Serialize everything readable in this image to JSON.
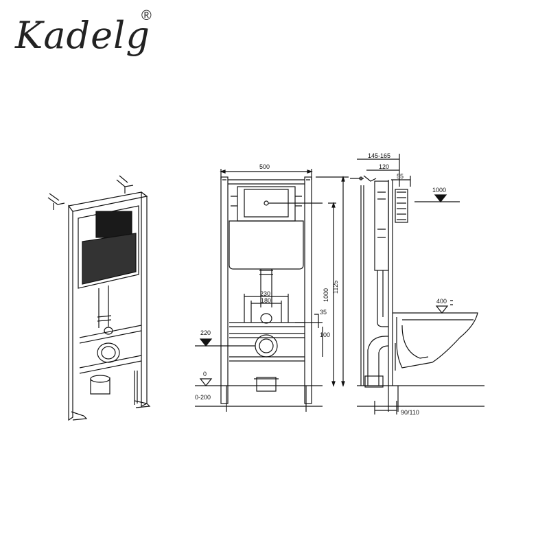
{
  "brand": {
    "name": "Kadelg",
    "registered_mark": "®"
  },
  "front_view": {
    "width_label": "500",
    "height_1125": "1125",
    "height_1000": "1000",
    "pipe_spacing_230": "230",
    "pipe_spacing_180": "180",
    "offset_35": "35",
    "offset_100": "100",
    "outlet_height_220": "220",
    "floor_zero": "0",
    "floor_range": "0-200"
  },
  "side_view": {
    "depth_range": "145-165",
    "depth_120": "120",
    "depth_55": "55",
    "flush_height_1000": "1000",
    "bowl_height_400": "400",
    "outlet_range": "90/110"
  }
}
